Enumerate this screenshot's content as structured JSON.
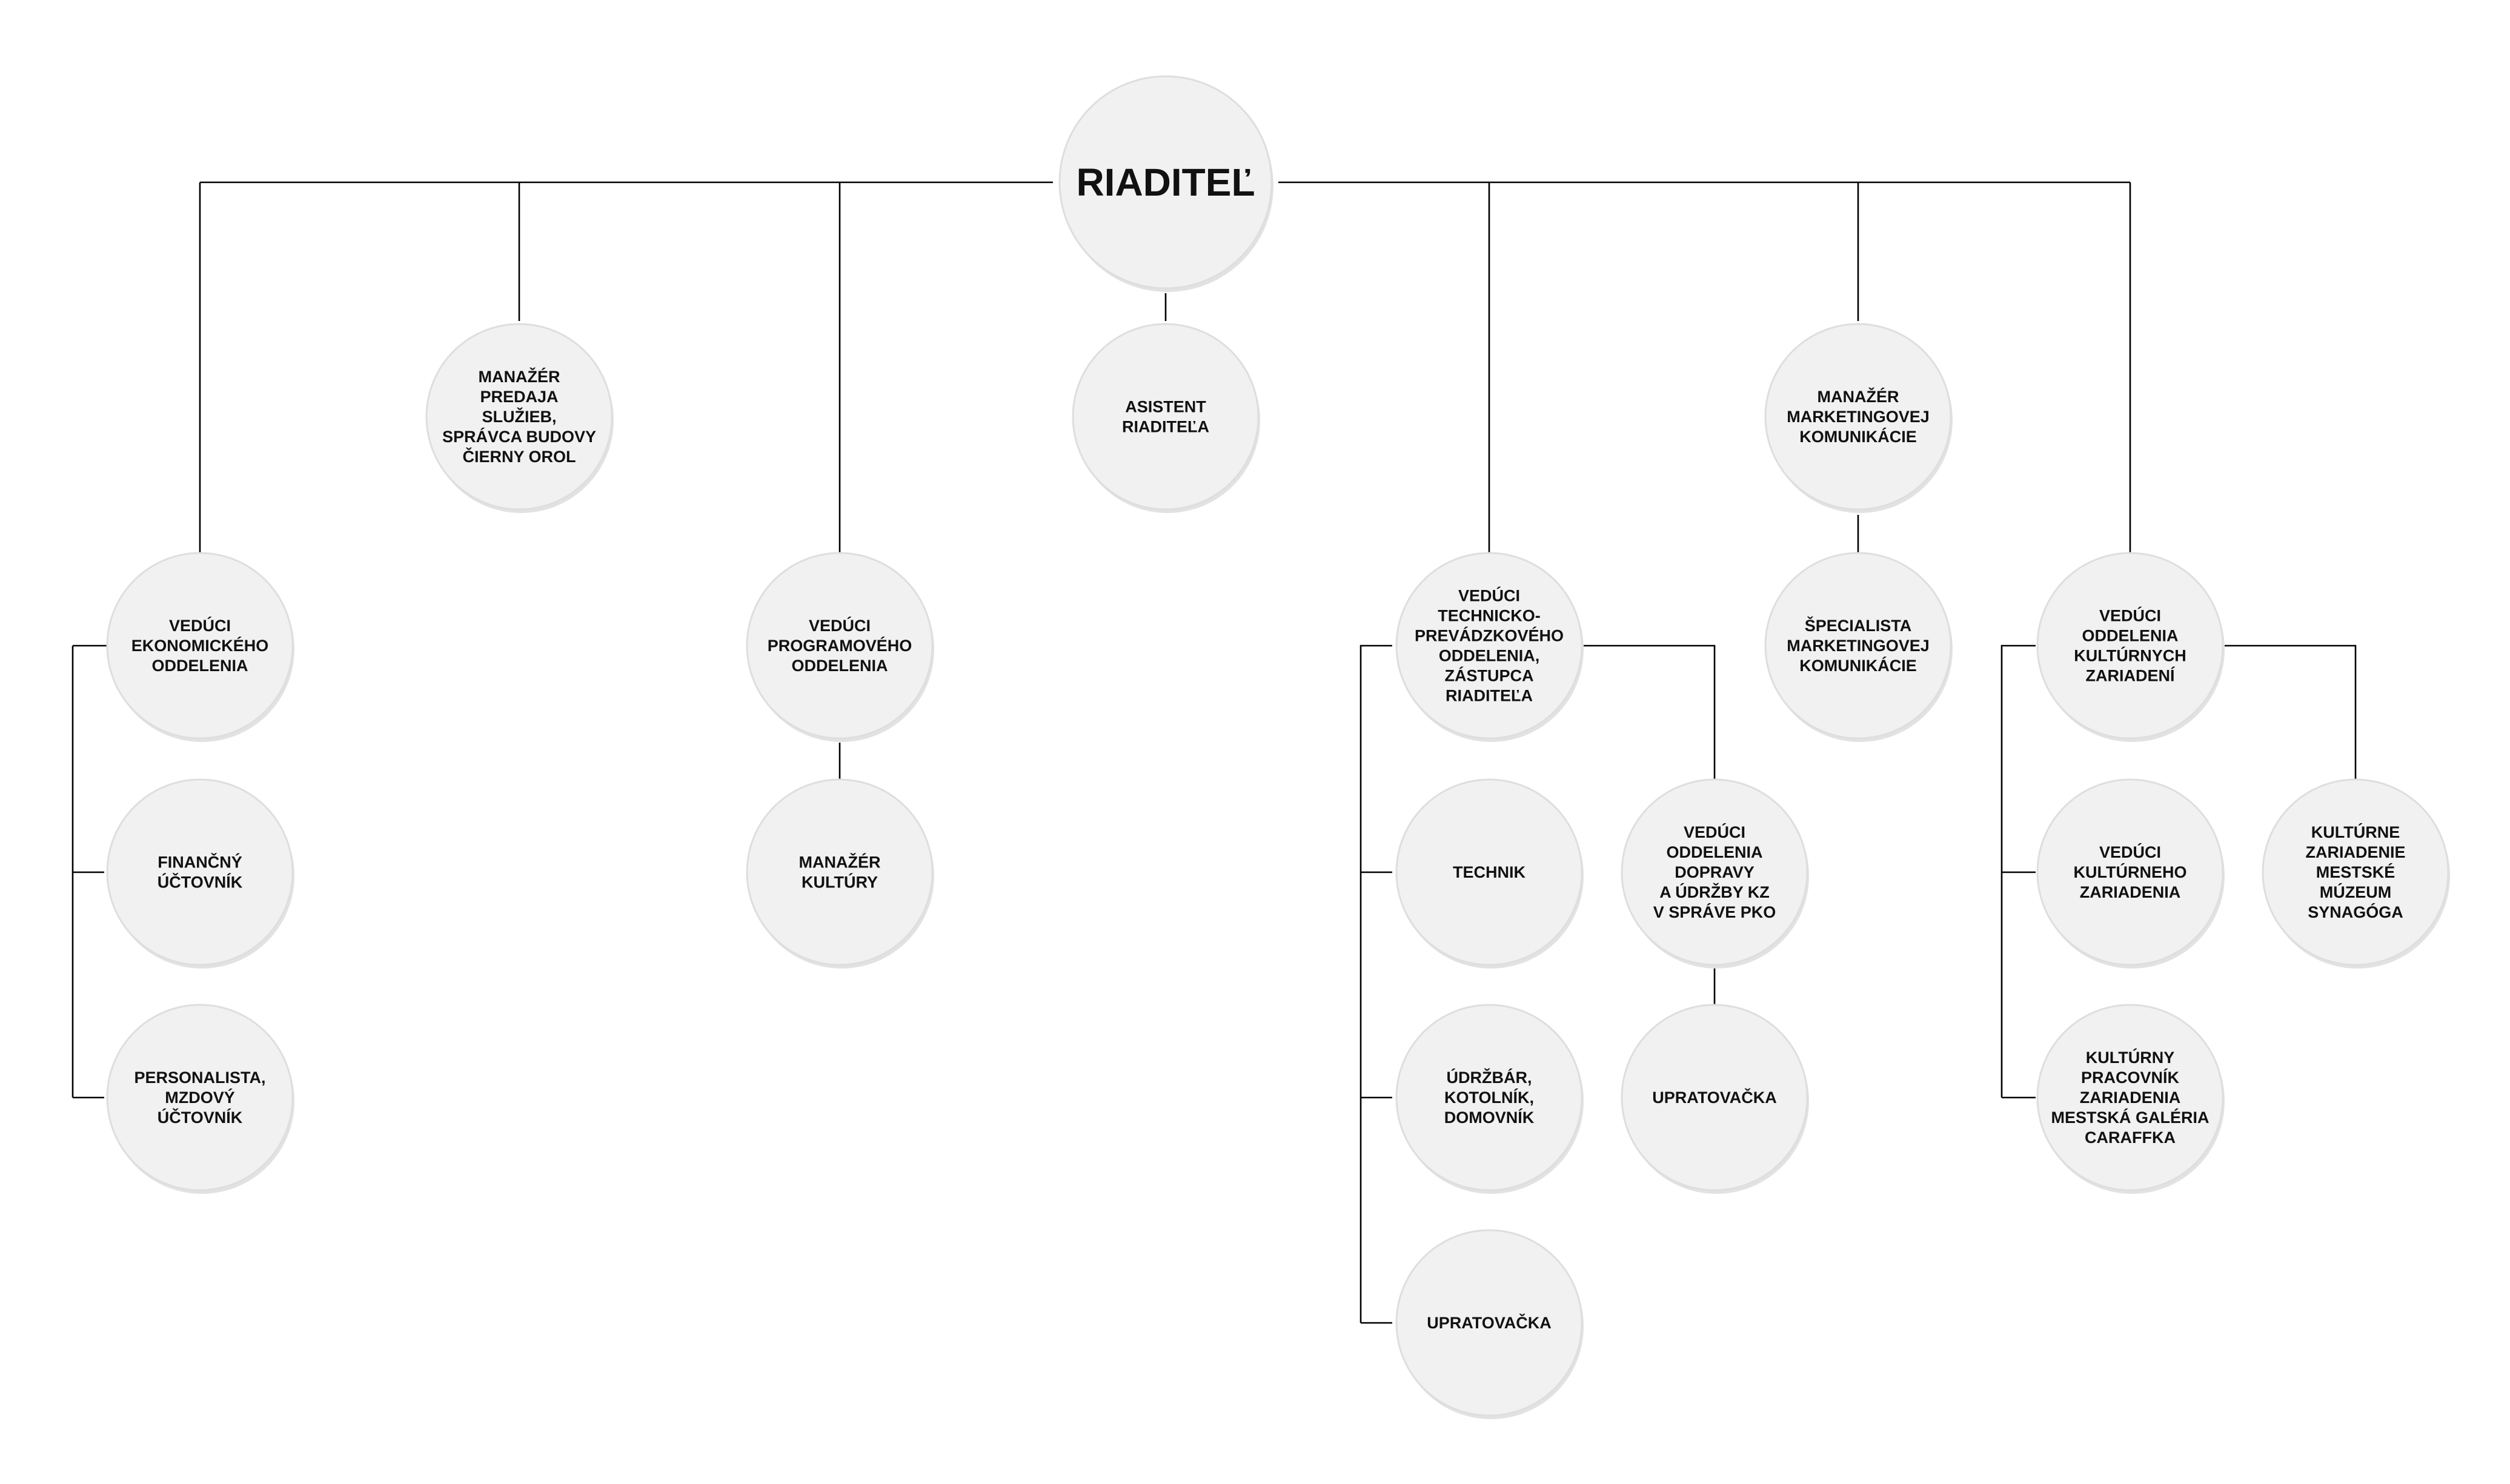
{
  "diagram": {
    "nodes": [
      {
        "id": "riaditel",
        "lines": [
          "RIADITEĽ"
        ]
      },
      {
        "id": "manazer-predaja",
        "lines": [
          "MANAŽÉR",
          "PREDAJA",
          "SLUŽIEB,",
          "SPRÁVCA BUDOVY",
          "ČIERNY OROL"
        ]
      },
      {
        "id": "asistent-riaditela",
        "lines": [
          "ASISTENT",
          "RIADITEĽA"
        ]
      },
      {
        "id": "manazer-marketingovej-komunikacie",
        "lines": [
          "MANAŽÉR",
          "MARKETINGOVEJ",
          "KOMUNIKÁCIE"
        ]
      },
      {
        "id": "veduci-ekonomickeho-oddelenia",
        "lines": [
          "VEDÚCI",
          "EKONOMICKÉHO",
          "ODDELENIA"
        ]
      },
      {
        "id": "veduci-programoveho-oddelenia",
        "lines": [
          "VEDÚCI",
          "PROGRAMOVÉHO",
          "ODDELENIA"
        ]
      },
      {
        "id": "veduci-technicko-prevadzkoveho-oddelenia",
        "lines": [
          "VEDÚCI",
          "TECHNICKO-",
          "PREVÁDZKOVÉHO",
          "ODDELENIA,",
          "ZÁSTUPCA",
          "RIADITEĽA"
        ]
      },
      {
        "id": "specialista-marketingovej-komunikacie",
        "lines": [
          "ŠPECIALISTA",
          "MARKETINGOVEJ",
          "KOMUNIKÁCIE"
        ]
      },
      {
        "id": "veduci-oddelenia-kulturnych-zariadeni",
        "lines": [
          "VEDÚCI",
          "ODDELENIA",
          "KULTÚRNYCH",
          "ZARIADENÍ"
        ]
      },
      {
        "id": "financny-uctovnik",
        "lines": [
          "FINANČNÝ",
          "ÚČTOVNÍK"
        ]
      },
      {
        "id": "personalista-mzdovy-uctovnik",
        "lines": [
          "PERSONALISTA,",
          "MZDOVÝ",
          "ÚČTOVNÍK"
        ]
      },
      {
        "id": "manazer-kultury",
        "lines": [
          "MANAŽÉR",
          "KULTÚRY"
        ]
      },
      {
        "id": "technik",
        "lines": [
          "TECHNIK"
        ]
      },
      {
        "id": "udrzbar-kotolnik-domovnik",
        "lines": [
          "ÚDRŽBÁR,",
          "KOTOLNÍK,",
          "DOMOVNÍK"
        ]
      },
      {
        "id": "upratovacka-technicke",
        "lines": [
          "UPRATOVAČKA"
        ]
      },
      {
        "id": "veduci-oddelenia-dopravy",
        "lines": [
          "VEDÚCI",
          "ODDELENIA",
          "DOPRAVY",
          "A ÚDRŽBY KZ",
          "V SPRÁVE PKO"
        ]
      },
      {
        "id": "upratovacka-doprava",
        "lines": [
          "UPRATOVAČKA"
        ]
      },
      {
        "id": "veduci-kulturneho-zariadenia",
        "lines": [
          "VEDÚCI",
          "KULTÚRNEHO",
          "ZARIADENIA"
        ]
      },
      {
        "id": "kulturny-pracovnik-galeria",
        "lines": [
          "KULTÚRNY",
          "PRACOVNÍK",
          "ZARIADENIA",
          "MESTSKÁ GALÉRIA",
          "CARAFFKA"
        ]
      },
      {
        "id": "kulturne-zariadenie-muzeum",
        "lines": [
          "KULTÚRNE",
          "ZARIADENIE",
          "MESTSKÉ",
          "MÚZEUM",
          "SYNAGÓGA"
        ]
      }
    ]
  }
}
